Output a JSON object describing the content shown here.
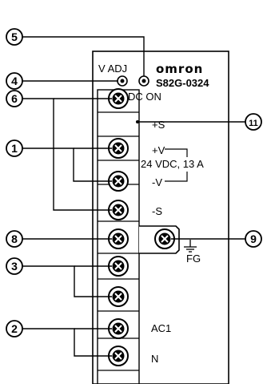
{
  "brand": "omron",
  "model": "S82G-0324",
  "top_labels": {
    "v_adj": "V ADJ",
    "dc_on": "DC ON"
  },
  "terminal_labels": {
    "plus_s": "+S",
    "plus_v": "+V",
    "rating": "24 VDC, 13 A",
    "minus_v": "-V",
    "minus_s": "-S",
    "fg": "FG",
    "ac1": "AC1",
    "n": "N"
  },
  "callouts": [
    "1",
    "2",
    "3",
    "4",
    "5",
    "6",
    "8",
    "9",
    "11"
  ]
}
